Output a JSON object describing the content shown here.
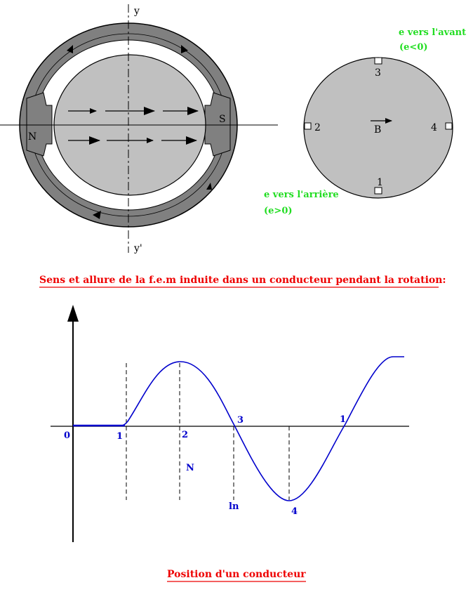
{
  "motor": {
    "y_top": "y",
    "y_bottom": "y'",
    "north": "N",
    "south": "S"
  },
  "cross_section": {
    "avant_line1": "e vers l'avant",
    "avant_line2": "(e<0)",
    "arriere_line1": "e vers l'arrière",
    "arriere_line2": "(e>0)",
    "pos1": "1",
    "pos2": "2",
    "pos3": "3",
    "pos4": "4",
    "field": "B"
  },
  "title": "Sens et allure de la f.e.m induite dans un conducteur pendant la rotation:",
  "graph": {
    "x_labels": {
      "origin": "0",
      "p1": "1",
      "p2": "2",
      "p3": "3",
      "p4": "4",
      "p1b": "1"
    },
    "annotations": {
      "north": "N",
      "ln": "ln"
    }
  },
  "footer": "Position d'un conducteur",
  "colors": {
    "curve": "#0000cc",
    "title": "#ee0000",
    "green": "#22dd22",
    "disk": "#c0c0c0",
    "ring": "#808080"
  }
}
